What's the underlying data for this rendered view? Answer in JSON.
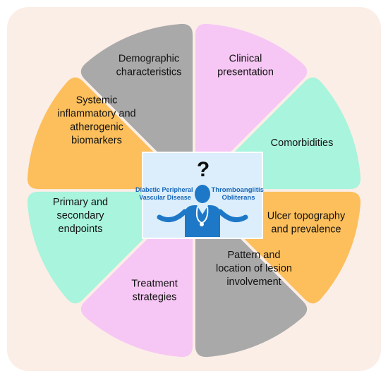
{
  "diagram": {
    "colors": {
      "background_panel": "#fbeee7",
      "gray": "#a9a9a9",
      "pink": "#f6c7f4",
      "mint": "#a8f4dc",
      "orange": "#fcbf5c",
      "center_bg": "#dceefb",
      "center_text": "#1565b8",
      "doctor": "#1e78c8"
    },
    "segments": [
      {
        "id": "demographic",
        "color": "gray",
        "lines": [
          "Demographic",
          "characteristics"
        ]
      },
      {
        "id": "clinical",
        "color": "pink",
        "lines": [
          "Clinical",
          "presentation"
        ]
      },
      {
        "id": "comorbidities",
        "color": "mint",
        "lines": [
          "Comorbidities"
        ]
      },
      {
        "id": "ulcer",
        "color": "orange",
        "lines": [
          "Ulcer topography",
          "and prevalence"
        ]
      },
      {
        "id": "pattern",
        "color": "gray",
        "lines": [
          "Pattern and",
          "location of lesion",
          "involvement"
        ]
      },
      {
        "id": "treatment",
        "color": "pink",
        "lines": [
          "Treatment",
          "strategies"
        ]
      },
      {
        "id": "endpoints",
        "color": "mint",
        "lines": [
          "Primary and",
          "secondary",
          "endpoints"
        ]
      },
      {
        "id": "biomarkers",
        "color": "orange",
        "lines": [
          "Systemic",
          "inflammatory and",
          "atherogenic",
          "biomarkers"
        ]
      }
    ],
    "center": {
      "question_mark": "?",
      "left_label": [
        "Diabetic Peripheral",
        "Vascular Disease"
      ],
      "right_label": [
        "Thromboangiitis",
        "Obliterans"
      ],
      "doctor_icon": "doctor-shrugging-icon"
    }
  }
}
